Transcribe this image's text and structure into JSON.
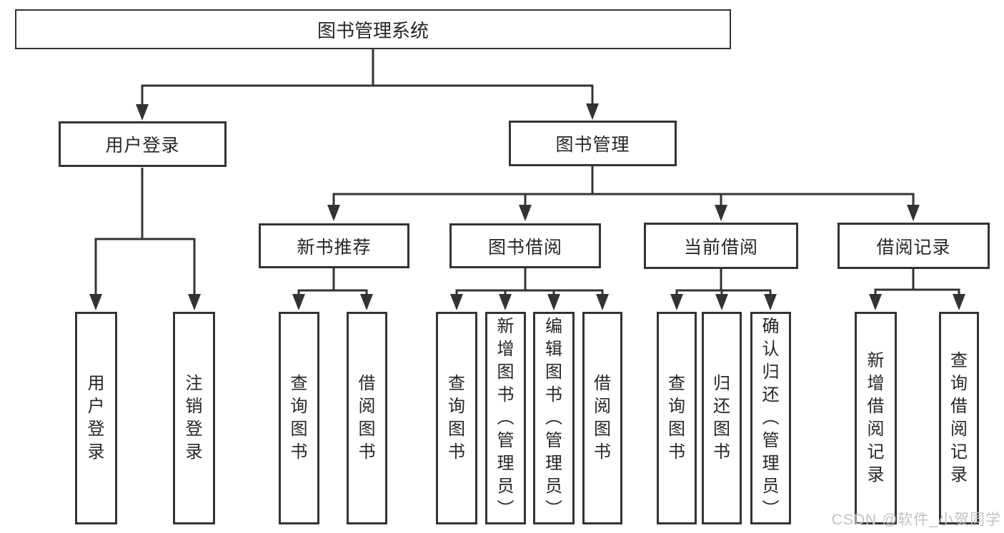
{
  "tree": {
    "root": {
      "label": "图书管理系统"
    },
    "branches": [
      {
        "label": "用户登录",
        "children": [
          {
            "label": "用户登录"
          },
          {
            "label": "注销登录"
          }
        ]
      },
      {
        "label": "图书管理",
        "children": [
          {
            "label": "新书推荐",
            "children": [
              {
                "label": "查询图书"
              },
              {
                "label": "借阅图书"
              }
            ]
          },
          {
            "label": "图书借阅",
            "children": [
              {
                "label": "查询图书"
              },
              {
                "label": "新增图书︵管理员︶"
              },
              {
                "label": "编辑图书︵管理员︶"
              },
              {
                "label": "借阅图书"
              }
            ]
          },
          {
            "label": "当前借阅",
            "children": [
              {
                "label": "查询图书"
              },
              {
                "label": "归还图书"
              },
              {
                "label": "确认归还︵管理员︶"
              }
            ]
          },
          {
            "label": "借阅记录",
            "children": [
              {
                "label": "新增借阅记录"
              },
              {
                "label": "查询借阅记录"
              }
            ]
          }
        ]
      }
    ]
  },
  "watermark": {
    "text": "CSDN @软件_小贺同学"
  },
  "colors": {
    "line": "#333333",
    "background": "#ffffff",
    "text": "#262626",
    "watermark": "#c2c2c2"
  }
}
